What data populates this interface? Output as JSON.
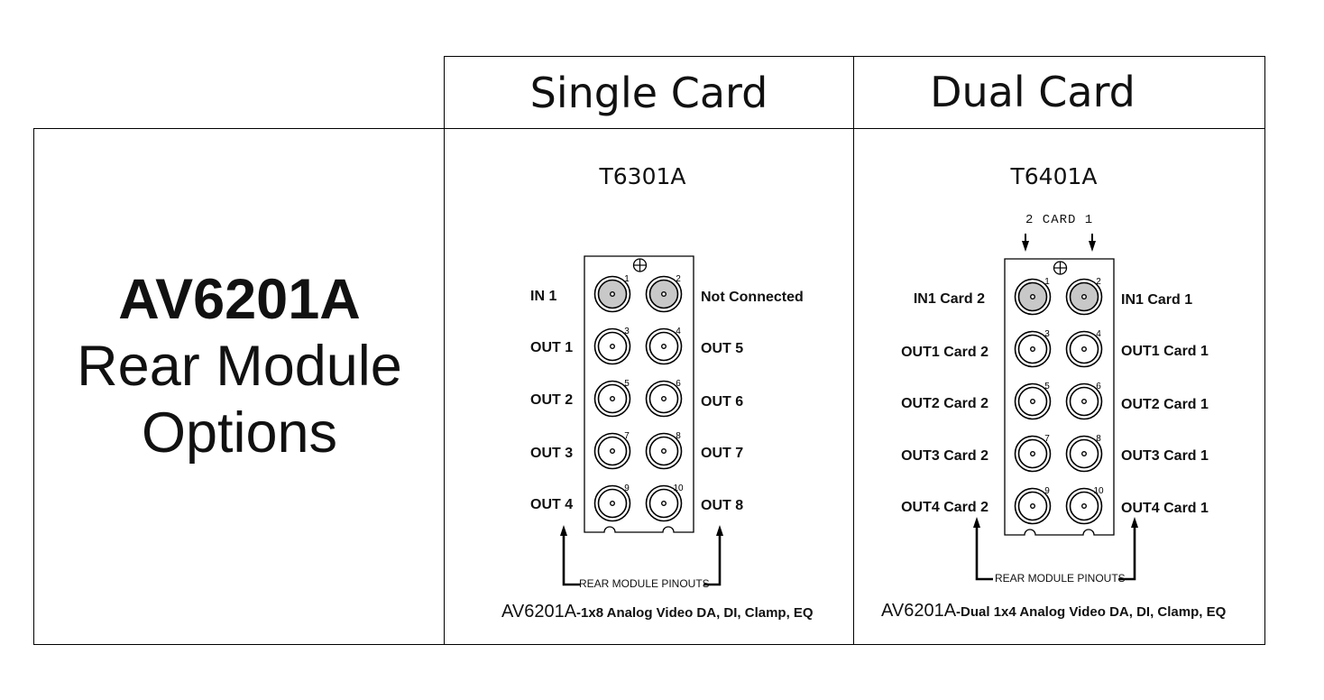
{
  "headers": {
    "single": "Single Card",
    "dual": "Dual Card"
  },
  "title": {
    "model": "AV6201A",
    "line2": "Rear Module",
    "line3": "Options"
  },
  "single": {
    "model": "T6301A",
    "left_labels": [
      "IN 1",
      "OUT 1",
      "OUT 2",
      "OUT 3",
      "OUT 4"
    ],
    "right_labels": [
      "Not Connected",
      "OUT 5",
      "OUT 6",
      "OUT 7",
      "OUT 8"
    ],
    "pinout_caption": "REAR MODULE PINOUTS",
    "footer_model": "AV6201A",
    "footer_desc": "-1x8 Analog Video DA, DI, Clamp, EQ"
  },
  "dual": {
    "model": "T6401A",
    "card_indicator": "2 CARD 1",
    "left_labels": [
      "IN1 Card 2",
      "OUT1 Card 2",
      "OUT2 Card 2",
      "OUT3 Card 2",
      "OUT4 Card 2"
    ],
    "right_labels": [
      "IN1 Card 1",
      "OUT1 Card 1",
      "OUT2 Card 1",
      "OUT3 Card 1",
      "OUT4 Card 1"
    ],
    "pinout_caption": "REAR MODULE PINOUTS",
    "footer_model": "AV6201A",
    "footer_desc": "-Dual 1x4 Analog Video DA, DI, Clamp, EQ"
  },
  "connector_numbers": [
    "1",
    "2",
    "3",
    "4",
    "5",
    "6",
    "7",
    "8",
    "9",
    "10"
  ],
  "colors": {
    "input_fill": "#c8c8c8",
    "output_fill": "#ffffff",
    "line": "#000000"
  }
}
